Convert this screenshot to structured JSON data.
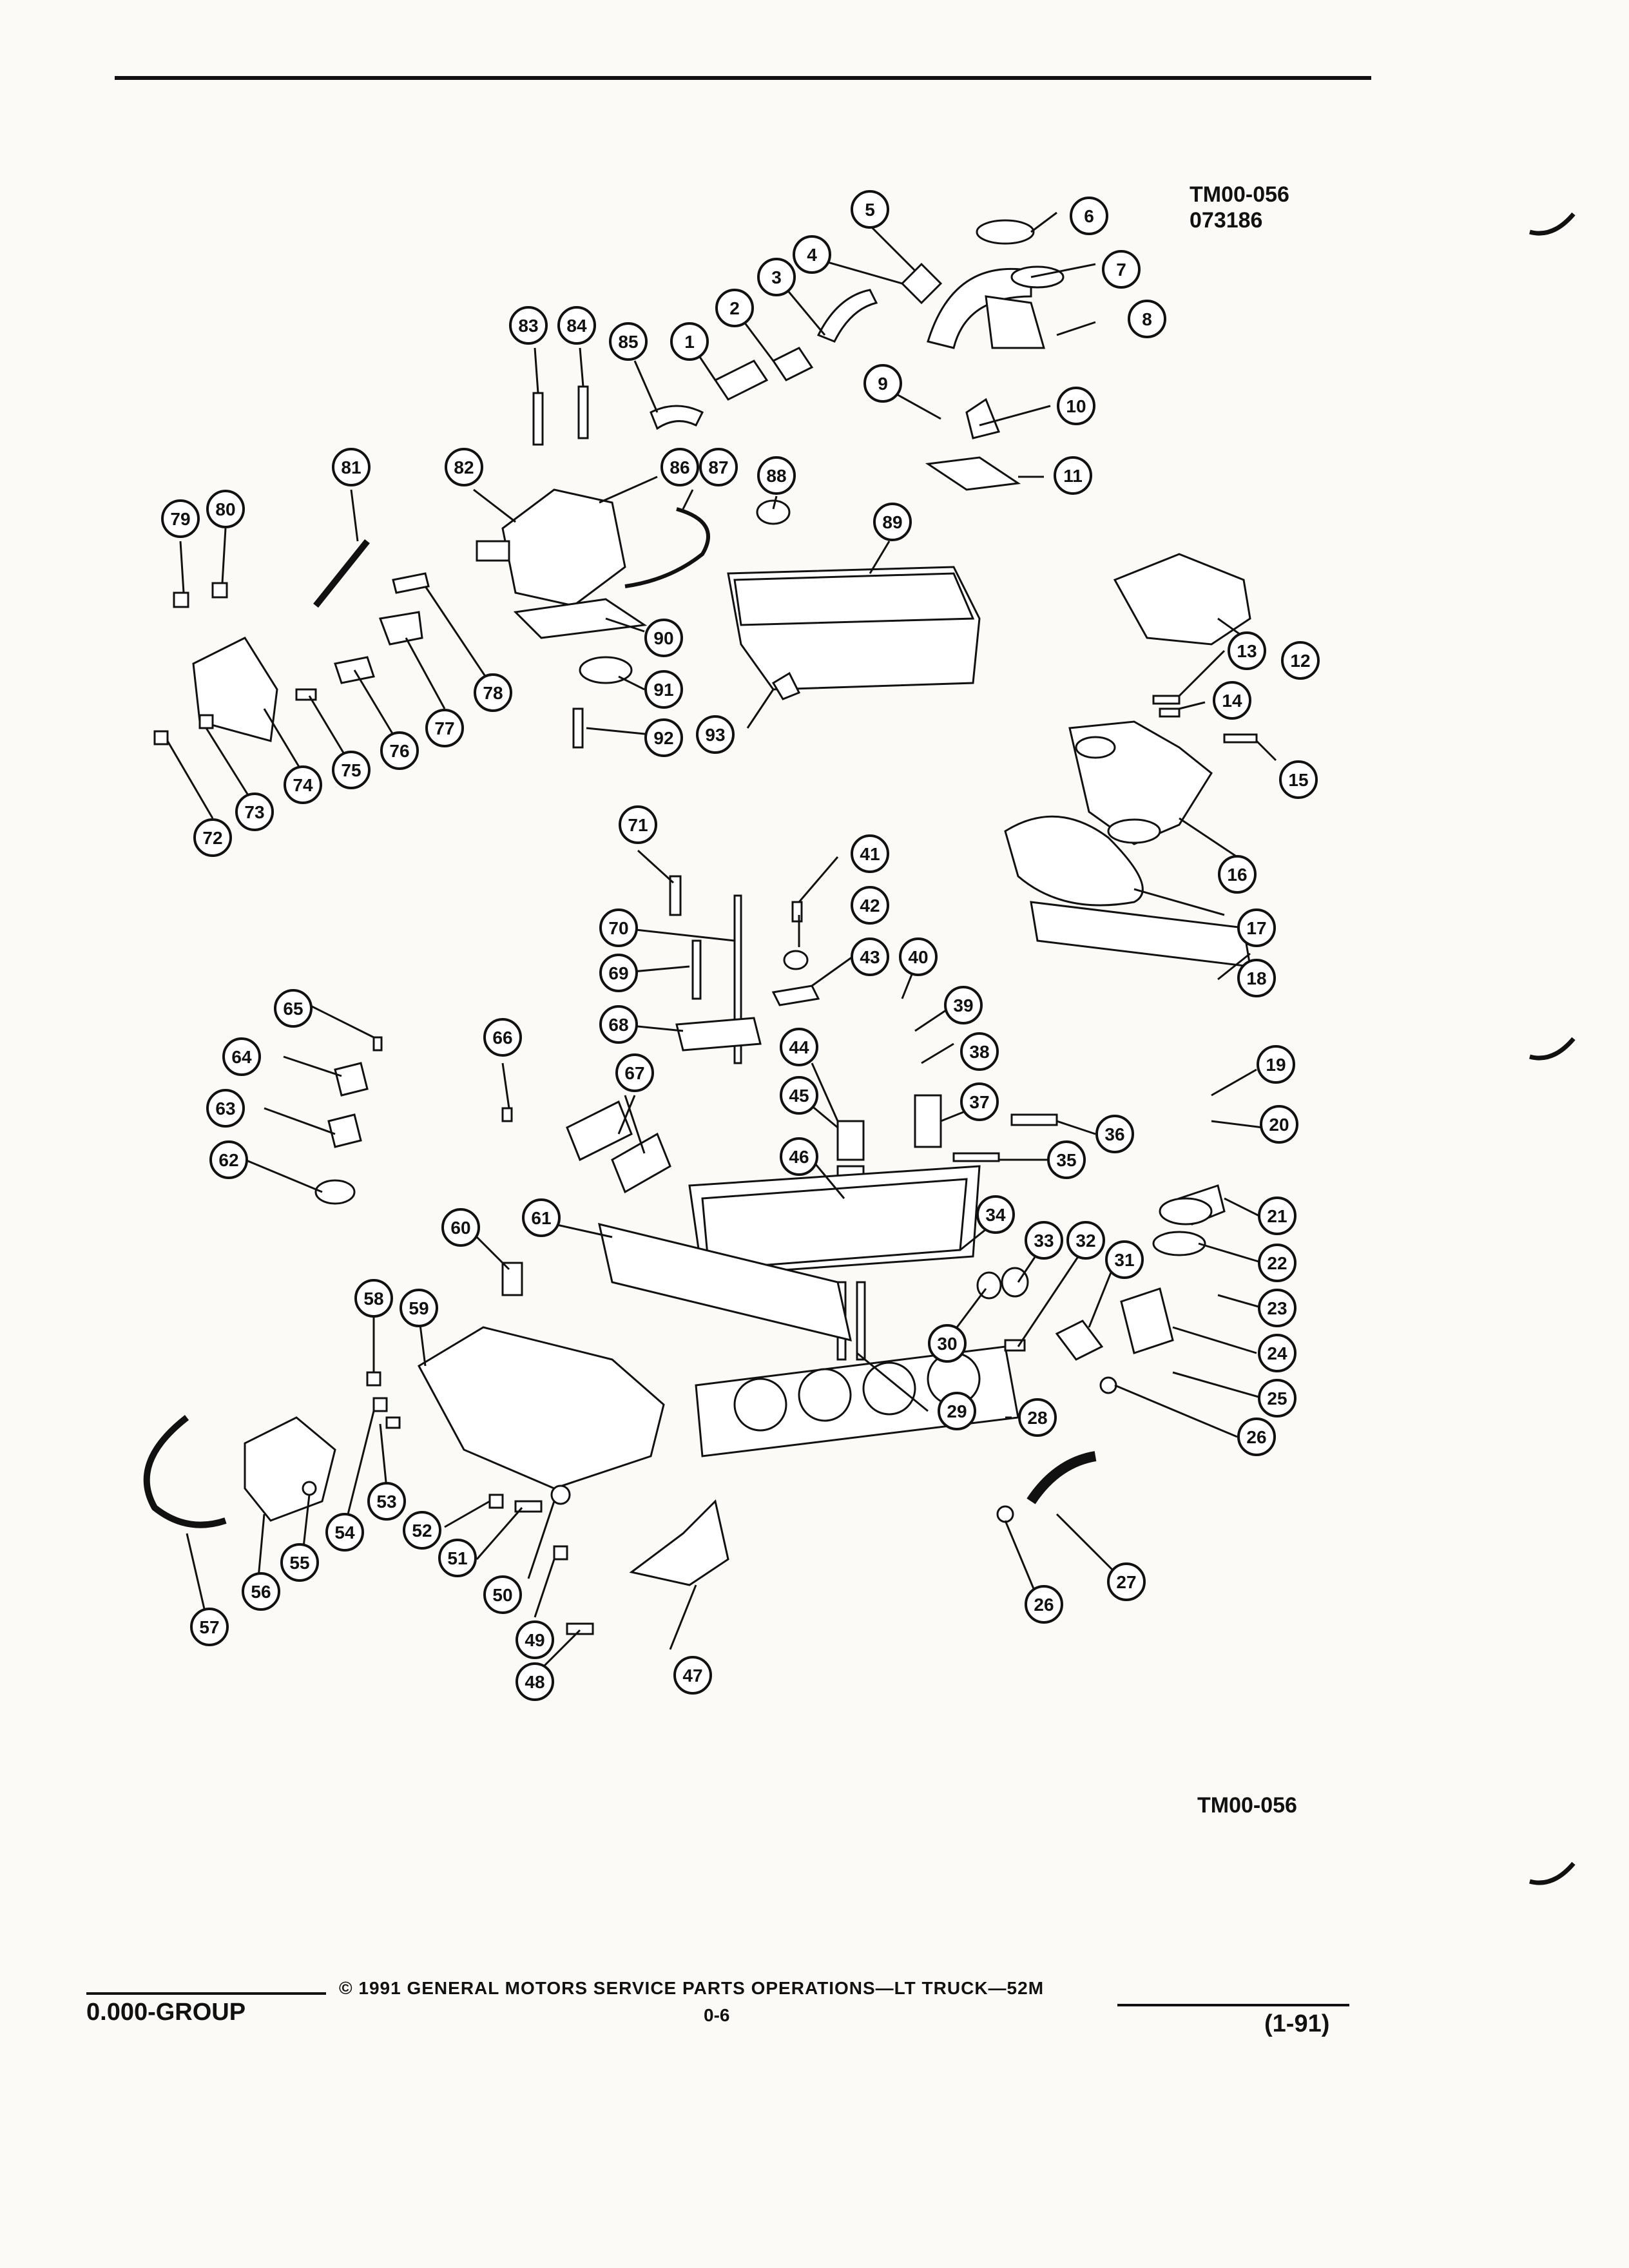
{
  "document": {
    "diagram_code_top": "TM00-056",
    "diagram_date": "073186",
    "diagram_code_bottom": "TM00-056"
  },
  "footer": {
    "copyright": "© 1991 GENERAL MOTORS SERVICE PARTS OPERATIONS—LT TRUCK—52M",
    "group": "0.000-GROUP",
    "page_number": "0-6",
    "edition": "(1-91)"
  },
  "callouts": [
    "1",
    "2",
    "3",
    "4",
    "5",
    "6",
    "7",
    "8",
    "9",
    "10",
    "11",
    "12",
    "13",
    "14",
    "15",
    "16",
    "17",
    "18",
    "19",
    "20",
    "21",
    "22",
    "23",
    "24",
    "25",
    "26",
    "26",
    "27",
    "28",
    "29",
    "30",
    "31",
    "32",
    "33",
    "34",
    "35",
    "36",
    "37",
    "38",
    "39",
    "40",
    "41",
    "42",
    "43",
    "44",
    "45",
    "46",
    "47",
    "48",
    "49",
    "50",
    "51",
    "52",
    "53",
    "54",
    "55",
    "56",
    "57",
    "58",
    "59",
    "60",
    "61",
    "62",
    "63",
    "64",
    "65",
    "66",
    "67",
    "68",
    "69",
    "70",
    "71",
    "72",
    "73",
    "74",
    "75",
    "76",
    "77",
    "78",
    "79",
    "80",
    "81",
    "82",
    "83",
    "84",
    "85",
    "86",
    "87",
    "88",
    "89",
    "90",
    "91",
    "92",
    "93"
  ]
}
